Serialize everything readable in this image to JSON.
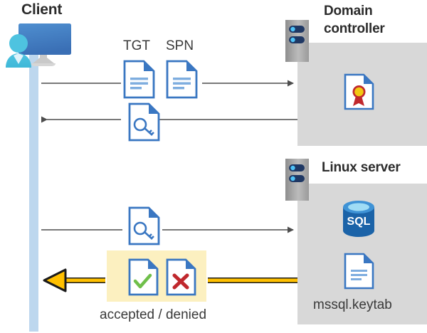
{
  "diagram": {
    "title": "Kerberos authentication flow between client, domain controller and Linux server",
    "colors": {
      "panel_gray": "#d8d8d8",
      "lifeline_blue": "#bdd7ee",
      "highlight_yellow": "#fcf0c0",
      "arrow_gray": "#5a5a5a",
      "arrow_gold": "#ffc000",
      "doc_blue": "#3a77c2",
      "check_green": "#6fbf4a",
      "cross_red": "#c0282d",
      "sql_blue": "#1b63a8",
      "seal_yellow": "#f2c811",
      "heading_dark": "#2b2b2b"
    }
  },
  "client": {
    "title": "Client",
    "icon": "user-computer-icon"
  },
  "domain_controller": {
    "title": "Domain\ncontroller",
    "title_line1": "Domain",
    "title_line2": "controller",
    "rack_icon": "server-rack-icon",
    "contents": [
      {
        "icon": "certificate-document-icon",
        "label": ""
      }
    ]
  },
  "linux_server": {
    "title": "Linux server",
    "rack_icon": "server-rack-icon",
    "contents": [
      {
        "icon": "sql-database-icon",
        "label": "SQL"
      },
      {
        "icon": "keytab-document-icon",
        "label": "mssql.keytab"
      }
    ]
  },
  "messages": [
    {
      "id": "request-tgt-spn",
      "direction": "client-to-domain-controller",
      "icons": [
        "tgt-document-icon",
        "spn-document-icon"
      ],
      "labels": [
        "TGT",
        "SPN"
      ],
      "arrow_color": "#5a5a5a"
    },
    {
      "id": "issue-ticket",
      "direction": "domain-controller-to-client",
      "icons": [
        "key-document-icon"
      ],
      "labels": [],
      "arrow_color": "#5a5a5a"
    },
    {
      "id": "present-ticket",
      "direction": "client-to-linux-server",
      "icons": [
        "key-document-icon"
      ],
      "labels": [],
      "arrow_color": "#5a5a5a"
    },
    {
      "id": "auth-result",
      "direction": "linux-server-to-client",
      "icons": [
        "accepted-document-icon",
        "denied-document-icon"
      ],
      "labels": [
        "accepted / denied"
      ],
      "arrow_color": "#ffc000",
      "highlighted": true
    }
  ],
  "labels": {
    "tgt": "TGT",
    "spn": "SPN",
    "accepted_denied": "accepted / denied",
    "keytab": "mssql.keytab",
    "sql": "SQL"
  }
}
